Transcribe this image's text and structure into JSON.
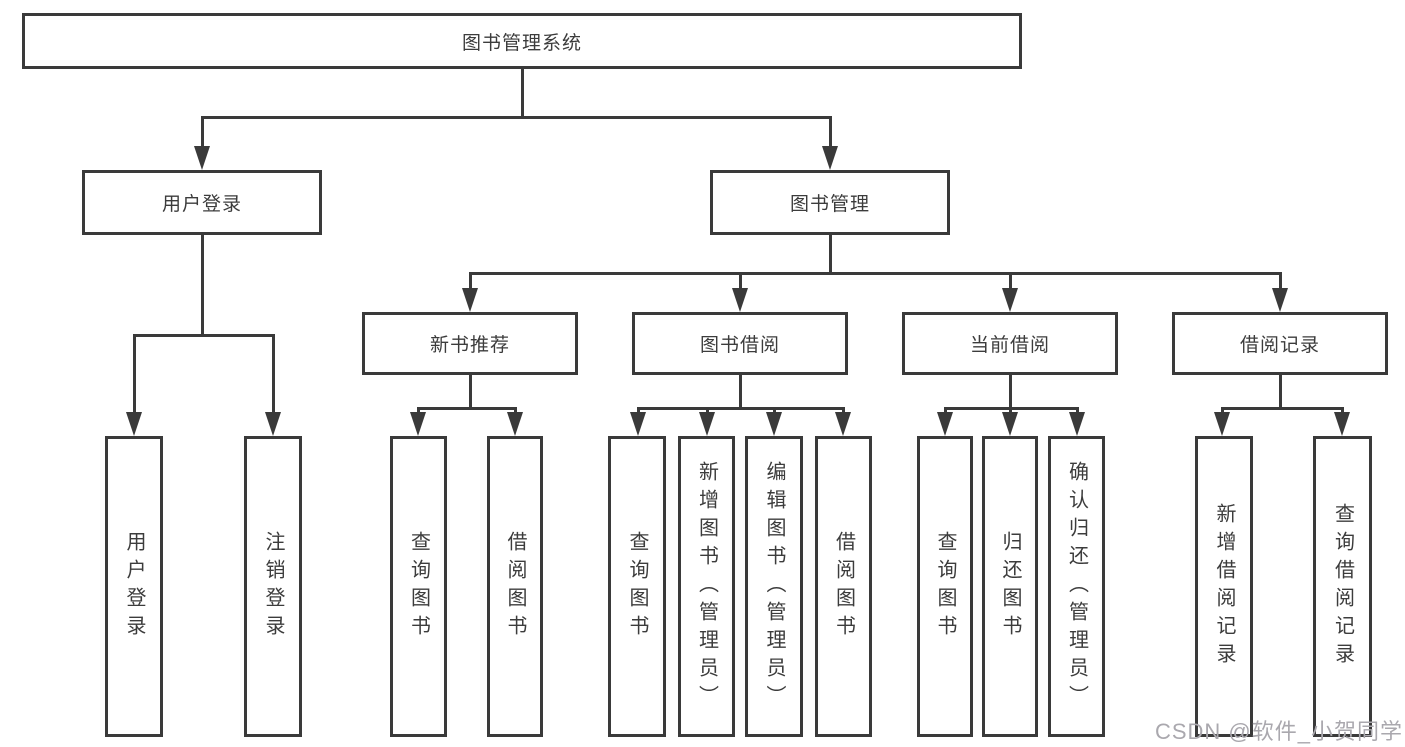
{
  "diagram": {
    "root": {
      "label": "图书管理系统"
    },
    "branches": [
      {
        "label": "用户登录",
        "children": [
          {
            "label": "用户登录"
          },
          {
            "label": "注销登录"
          }
        ]
      },
      {
        "label": "图书管理",
        "children": [
          {
            "label": "新书推荐",
            "children": [
              {
                "label": "查询图书"
              },
              {
                "label": "借阅图书"
              }
            ]
          },
          {
            "label": "图书借阅",
            "children": [
              {
                "label": "查询图书"
              },
              {
                "label": "新增图书（管理员）"
              },
              {
                "label": "编辑图书（管理员）"
              },
              {
                "label": "借阅图书"
              }
            ]
          },
          {
            "label": "当前借阅",
            "children": [
              {
                "label": "查询图书"
              },
              {
                "label": "归还图书"
              },
              {
                "label": "确认归还（管理员）"
              }
            ]
          },
          {
            "label": "借阅记录",
            "children": [
              {
                "label": "新增借阅记录"
              },
              {
                "label": "查询借阅记录"
              }
            ]
          }
        ]
      }
    ]
  },
  "watermark": {
    "text": "CSDN @软件_小贺同学"
  },
  "colors": {
    "line": "#3a3a3a",
    "text": "#3c3c3c",
    "watermark": "#aaa8ae",
    "background": "#ffffff"
  }
}
